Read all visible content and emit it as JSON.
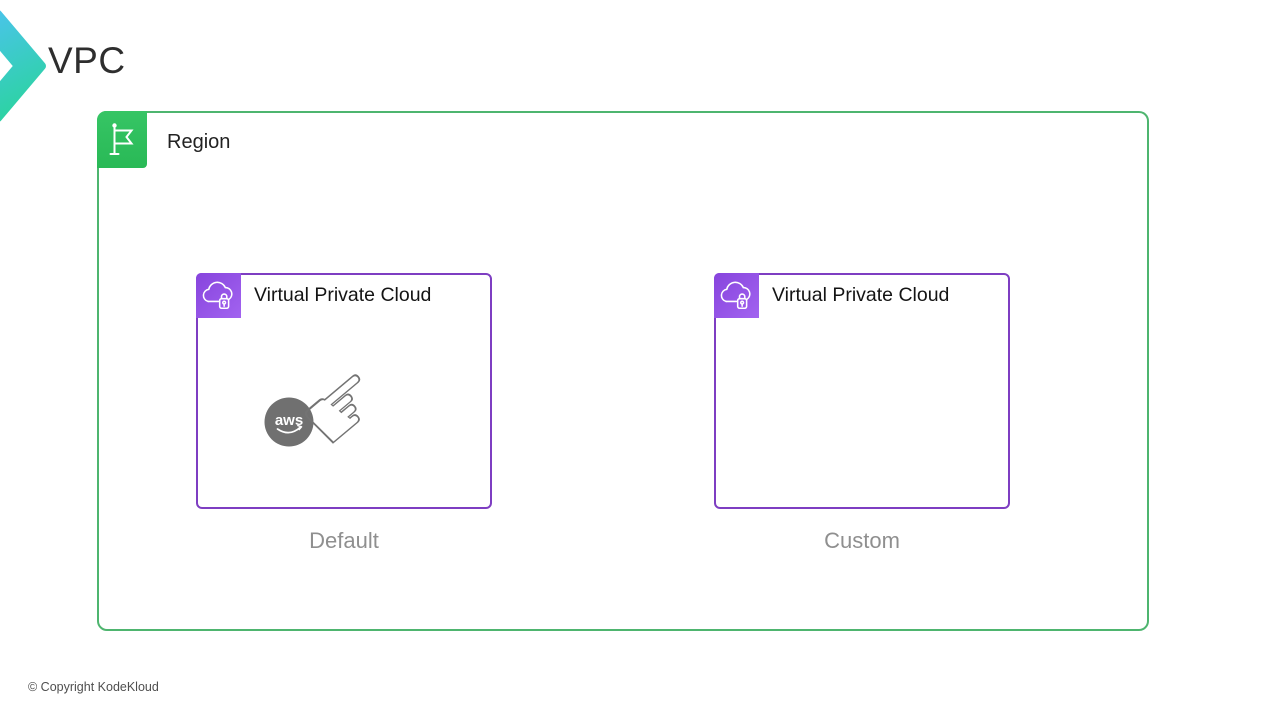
{
  "page": {
    "title": "VPC",
    "copyright": "© Copyright KodeKloud",
    "background": "#ffffff"
  },
  "logo": {
    "name": "kodekloud-chevron-logo",
    "gradient_top": "#4cc3ef",
    "gradient_bottom": "#2ed2a6"
  },
  "region": {
    "label": "Region",
    "border_color": "#4eb56f",
    "icon": "flag-icon",
    "icon_bg": "#2ec05e"
  },
  "vpc_cards": [
    {
      "title": "Virtual Private Cloud",
      "caption": "Default",
      "icon": "cloud-lock-icon",
      "border_color": "#7e3ec2",
      "aws_badge_text": "aws",
      "has_pointer_hand": true
    },
    {
      "title": "Virtual Private Cloud",
      "caption": "Custom",
      "icon": "cloud-lock-icon",
      "border_color": "#7e3ec2",
      "has_pointer_hand": false
    }
  ],
  "icons": {
    "pointer_hand_glyph": "☞"
  },
  "colors": {
    "purple_icon_gradient_start": "#8744dd",
    "purple_icon_gradient_end": "#a263f0",
    "region_green_border": "#4eb56f",
    "region_green_fill": "#2ec05e",
    "caption_gray": "#8f8f8f",
    "aws_gray": "#707070",
    "title_dark": "#2e2e2e"
  }
}
